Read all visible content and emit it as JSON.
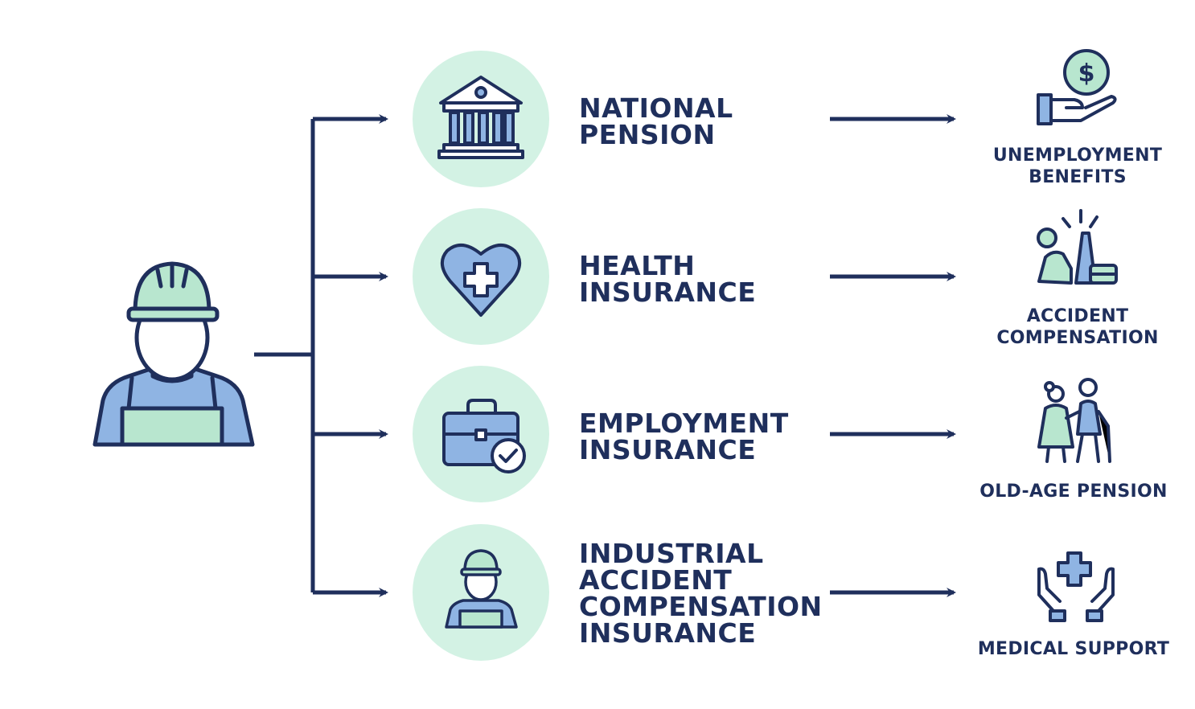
{
  "source": {
    "icon": "construction-worker-icon"
  },
  "insurances": [
    {
      "lines": [
        "NATIONAL",
        "PENSION"
      ],
      "icon": "bank-building-icon"
    },
    {
      "lines": [
        "HEALTH",
        "INSURANCE"
      ],
      "icon": "heart-medical-cross-icon"
    },
    {
      "lines": [
        "EMPLOYMENT",
        "INSURANCE"
      ],
      "icon": "briefcase-check-icon"
    },
    {
      "lines": [
        "INDUSTRIAL",
        "ACCIDENT",
        "COMPENSATION",
        "INSURANCE"
      ],
      "icon": "worker-hardhat-icon"
    }
  ],
  "benefits": [
    {
      "lines": [
        "UNEMPLOYMENT",
        "BENEFITS"
      ],
      "icon": "hand-coin-dollar-icon"
    },
    {
      "lines": [
        "ACCIDENT",
        "COMPENSATION"
      ],
      "icon": "injured-person-icon"
    },
    {
      "lines": [
        "OLD-AGE PENSION"
      ],
      "icon": "elderly-couple-icon"
    },
    {
      "lines": [
        "MEDICAL SUPPORT"
      ],
      "icon": "hands-medical-cross-icon"
    }
  ],
  "colors": {
    "navy": "#1f2f5c",
    "mint": "#d3f2e4",
    "green_fill": "#b8e6cf",
    "blue_fill": "#8fb4e3",
    "background": "#ffffff"
  }
}
